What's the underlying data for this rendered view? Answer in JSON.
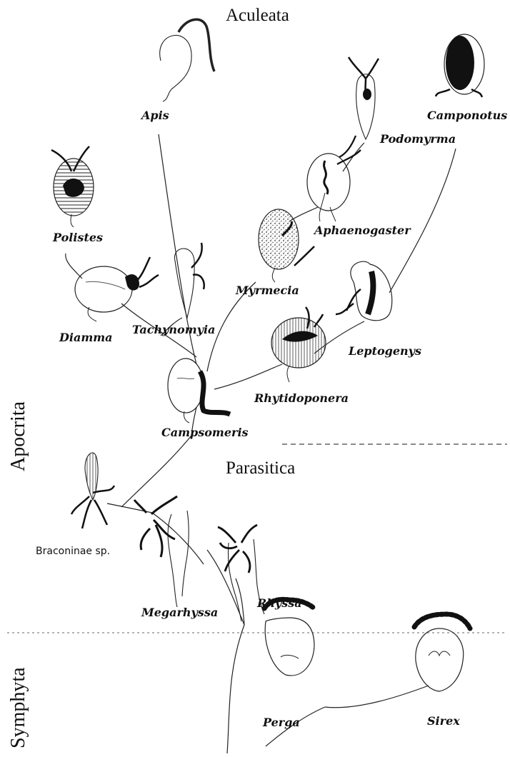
{
  "groups": {
    "aculeata": "Aculeata",
    "parasitica": "Parasitica",
    "apocrita": "Apocrita",
    "symphyta": "Symphyta"
  },
  "taxa": {
    "apis": "Apis",
    "camponotus": "Camponotus",
    "podomyrma": "Podomyrma",
    "polistes": "Polistes",
    "aphaenogaster": "Aphaenogaster",
    "myrmecia": "Myrmecia",
    "diamma": "Diamma",
    "tachynomyia": "Tachynomyia",
    "leptogenys": "Leptogenys",
    "rhytidoponera": "Rhytidoponera",
    "campsomeris": "Campsomeris",
    "braconinae": "Braconinae sp.",
    "megarhyssa": "Megarhyssa",
    "rhyssa": "Rhyssa",
    "perga": "Perga",
    "sirex": "Sirex"
  }
}
